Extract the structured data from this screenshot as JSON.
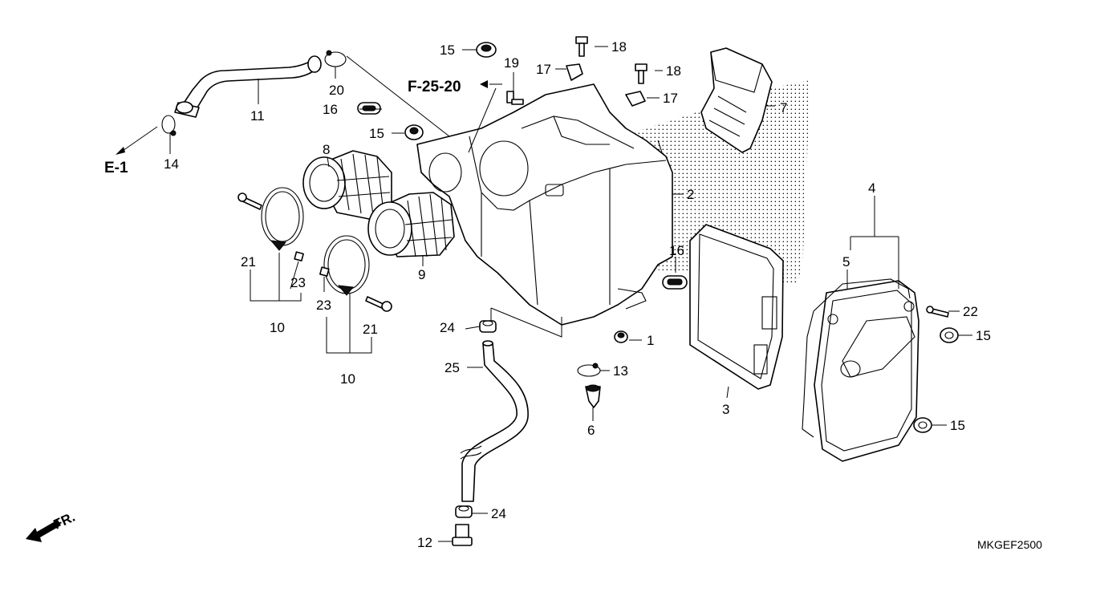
{
  "figure_code": "MKGEF2500",
  "front_indicator": "FR.",
  "references": {
    "e1": "E-1",
    "f2520": "F-25-20"
  },
  "callouts": {
    "c1": "1",
    "c2": "2",
    "c3": "3",
    "c4": "4",
    "c5": "5",
    "c6": "6",
    "c7": "7",
    "c8": "8",
    "c9": "9",
    "c10a": "10",
    "c10b": "10",
    "c11": "11",
    "c12": "12",
    "c13": "13",
    "c14": "14",
    "c15a": "15",
    "c15b": "15",
    "c15c": "15",
    "c15d": "15",
    "c16a": "16",
    "c16b": "16",
    "c17a": "17",
    "c17b": "17",
    "c18a": "18",
    "c18b": "18",
    "c19": "19",
    "c20": "20",
    "c21a": "21",
    "c21b": "21",
    "c22": "22",
    "c23a": "23",
    "c23b": "23",
    "c24a": "24",
    "c24b": "24",
    "c25": "25"
  },
  "icons": {
    "front_arrow": "front-arrow-icon"
  }
}
